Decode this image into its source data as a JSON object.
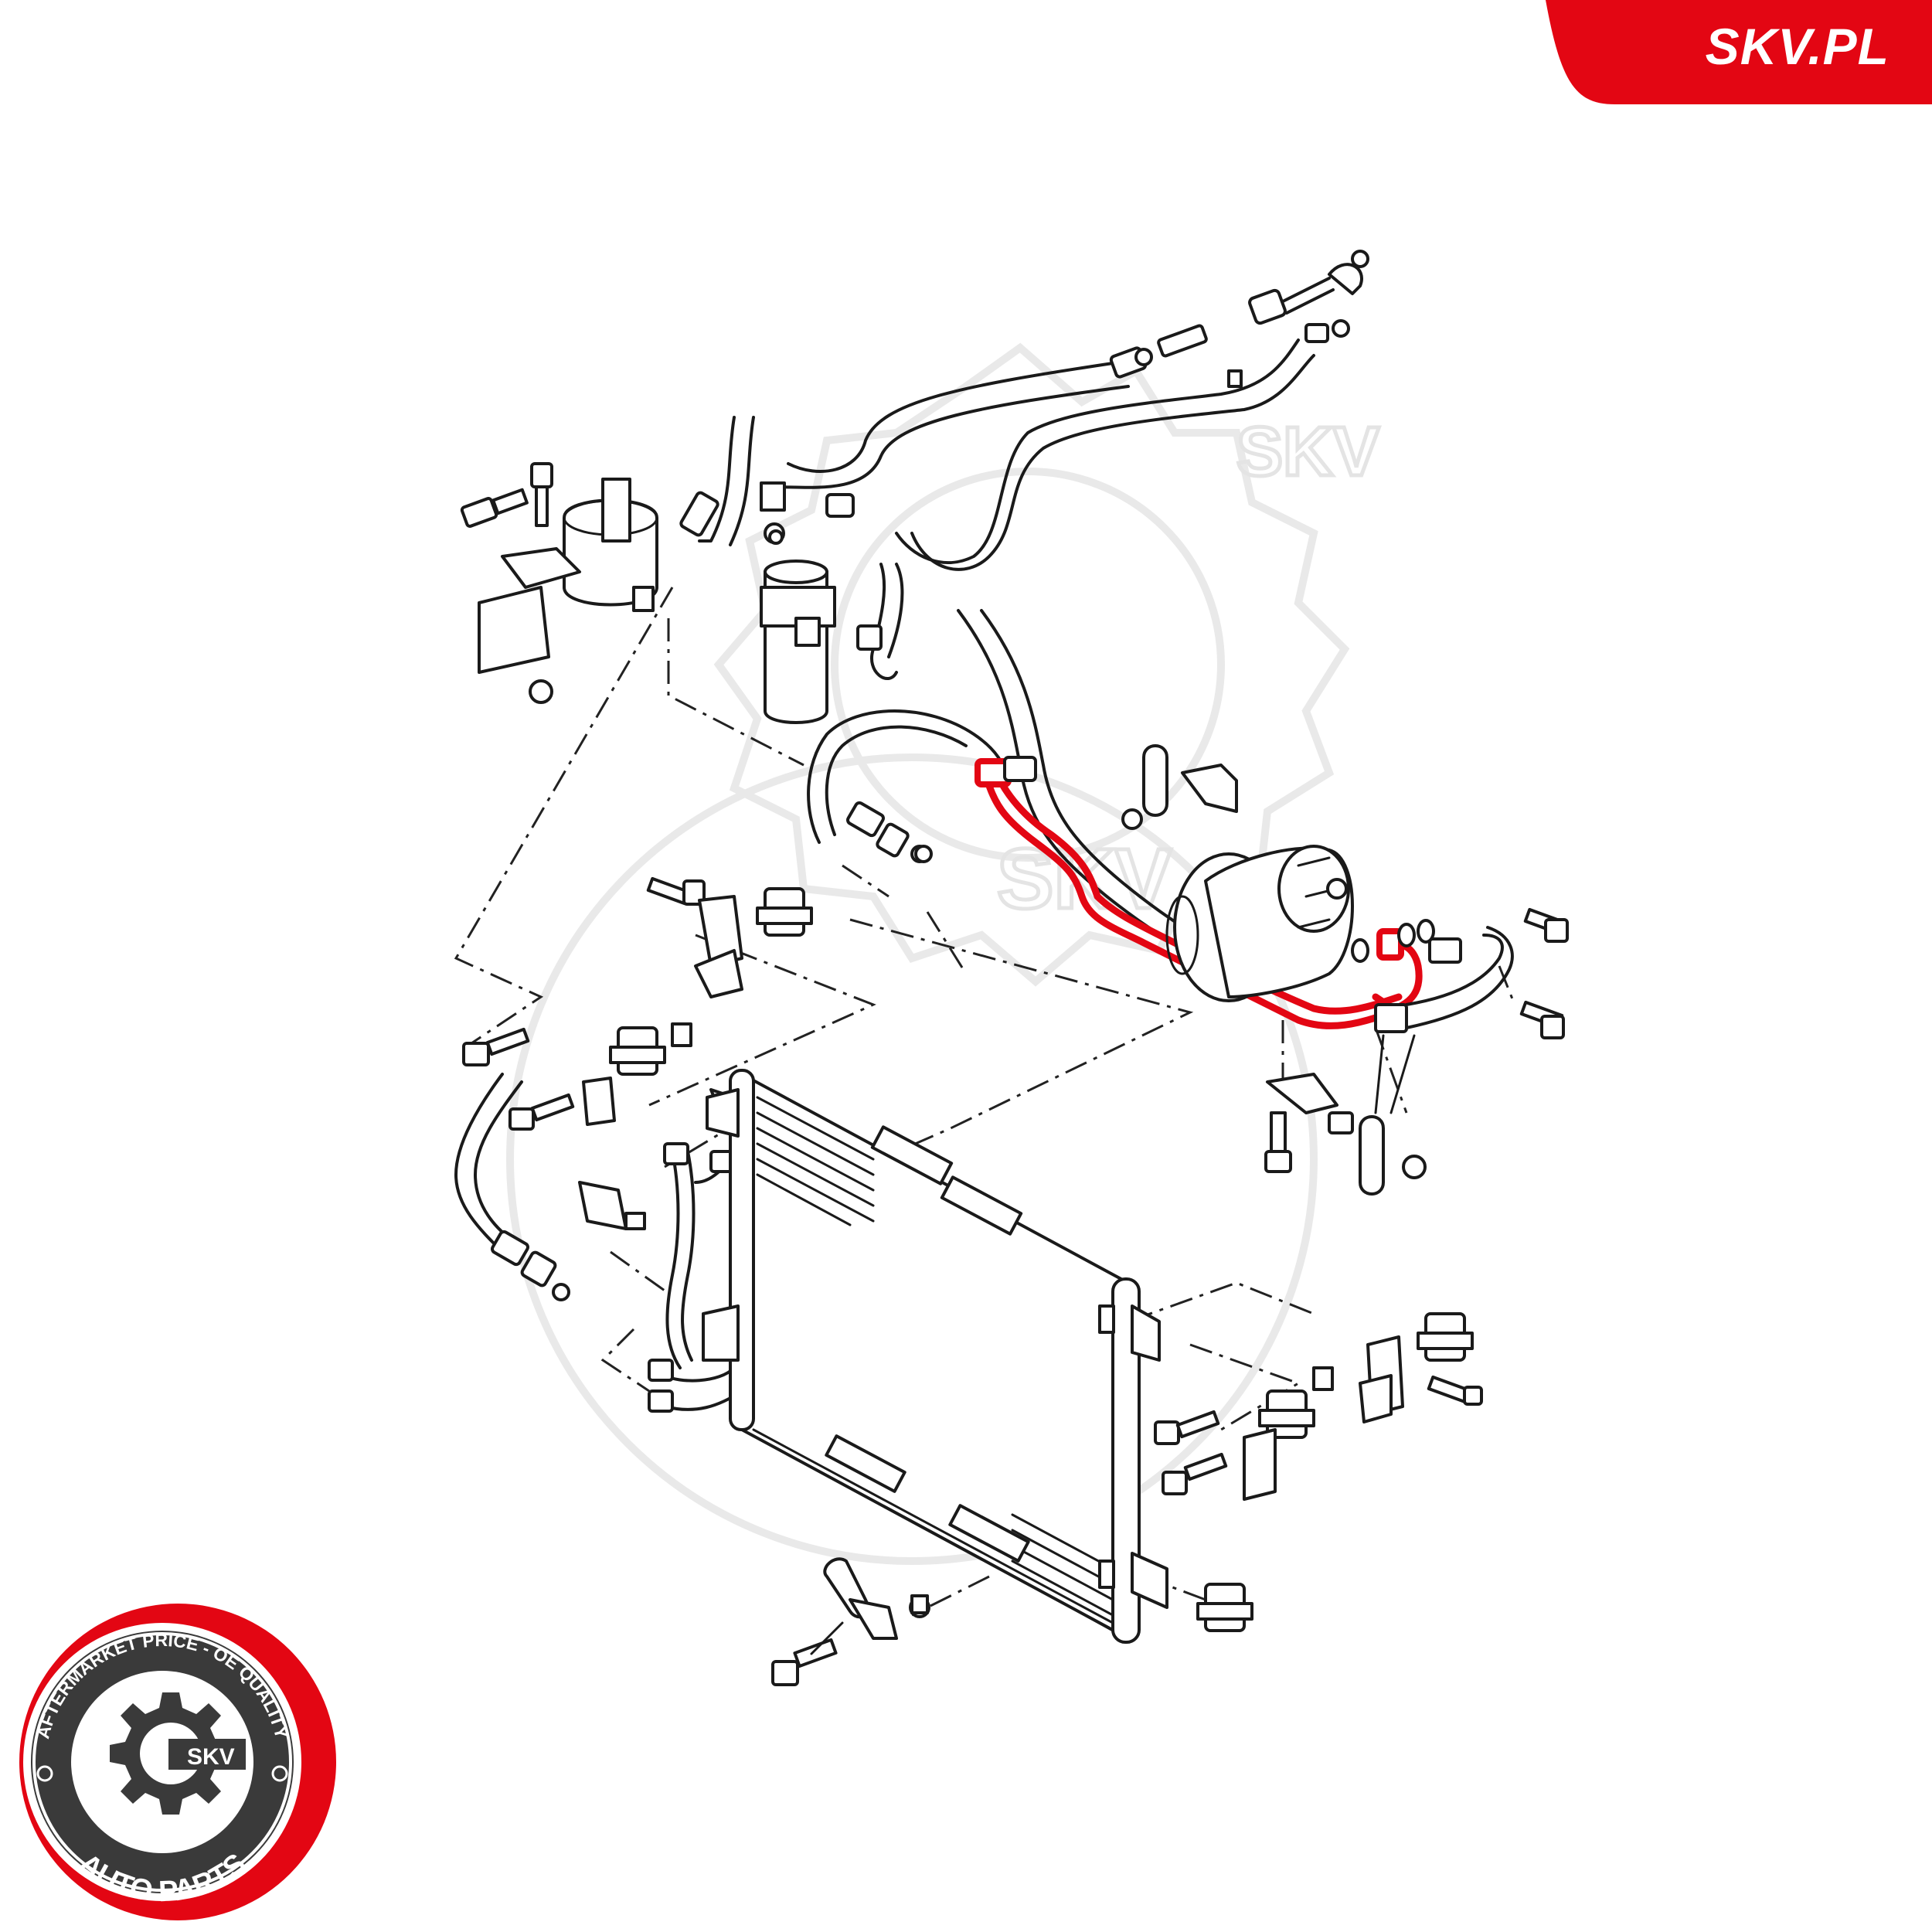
{
  "brand": {
    "site_label": "SKV.PL",
    "watermark_text": "SKV",
    "badge": {
      "top_text": "AFTERMARKET PRICE - OE QUALITY",
      "bottom_text": "AUTO PARTS",
      "center_text": "SKV"
    }
  },
  "colors": {
    "brand_red": "#e30613",
    "highlight": "#e30613",
    "line": "#1a1a1a",
    "watermark": "#e9e9e9"
  },
  "diagram": {
    "highlighted_part": "ac-pressure-hose",
    "icons": [
      "gear-logo-icon",
      "bolt-icon",
      "nut-icon",
      "washer-icon",
      "clip-icon"
    ]
  }
}
